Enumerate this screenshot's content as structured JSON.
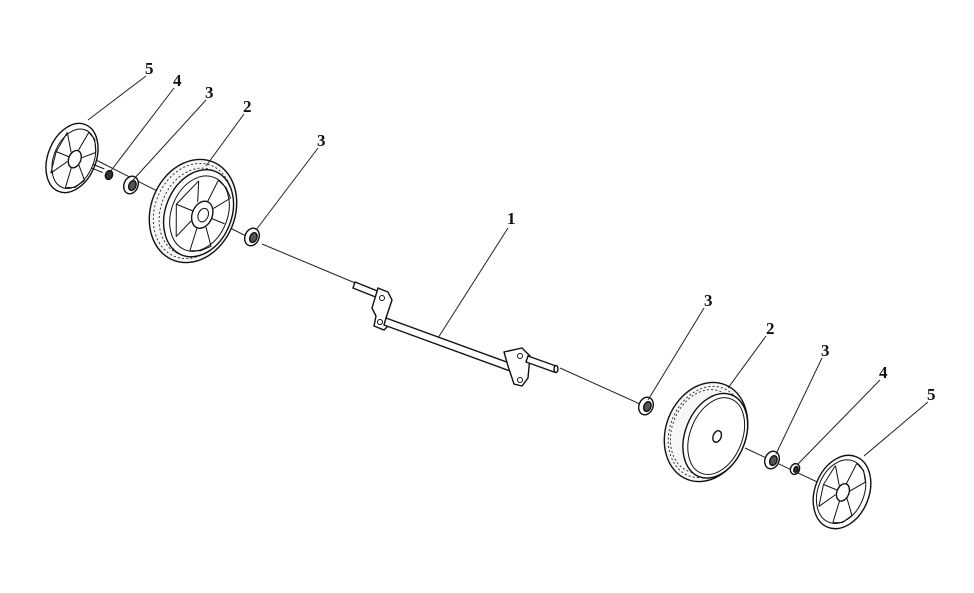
{
  "callouts": [
    {
      "id": "label-5-left",
      "text": "5"
    },
    {
      "id": "label-4-left",
      "text": "4"
    },
    {
      "id": "label-3-left-a",
      "text": "3"
    },
    {
      "id": "label-2-left",
      "text": "2"
    },
    {
      "id": "label-3-left-b",
      "text": "3"
    },
    {
      "id": "label-1",
      "text": "1"
    },
    {
      "id": "label-3-right-a",
      "text": "3"
    },
    {
      "id": "label-2-right",
      "text": "2"
    },
    {
      "id": "label-3-right-b",
      "text": "3"
    },
    {
      "id": "label-4-right",
      "text": "4"
    },
    {
      "id": "label-5-right",
      "text": "5"
    }
  ]
}
